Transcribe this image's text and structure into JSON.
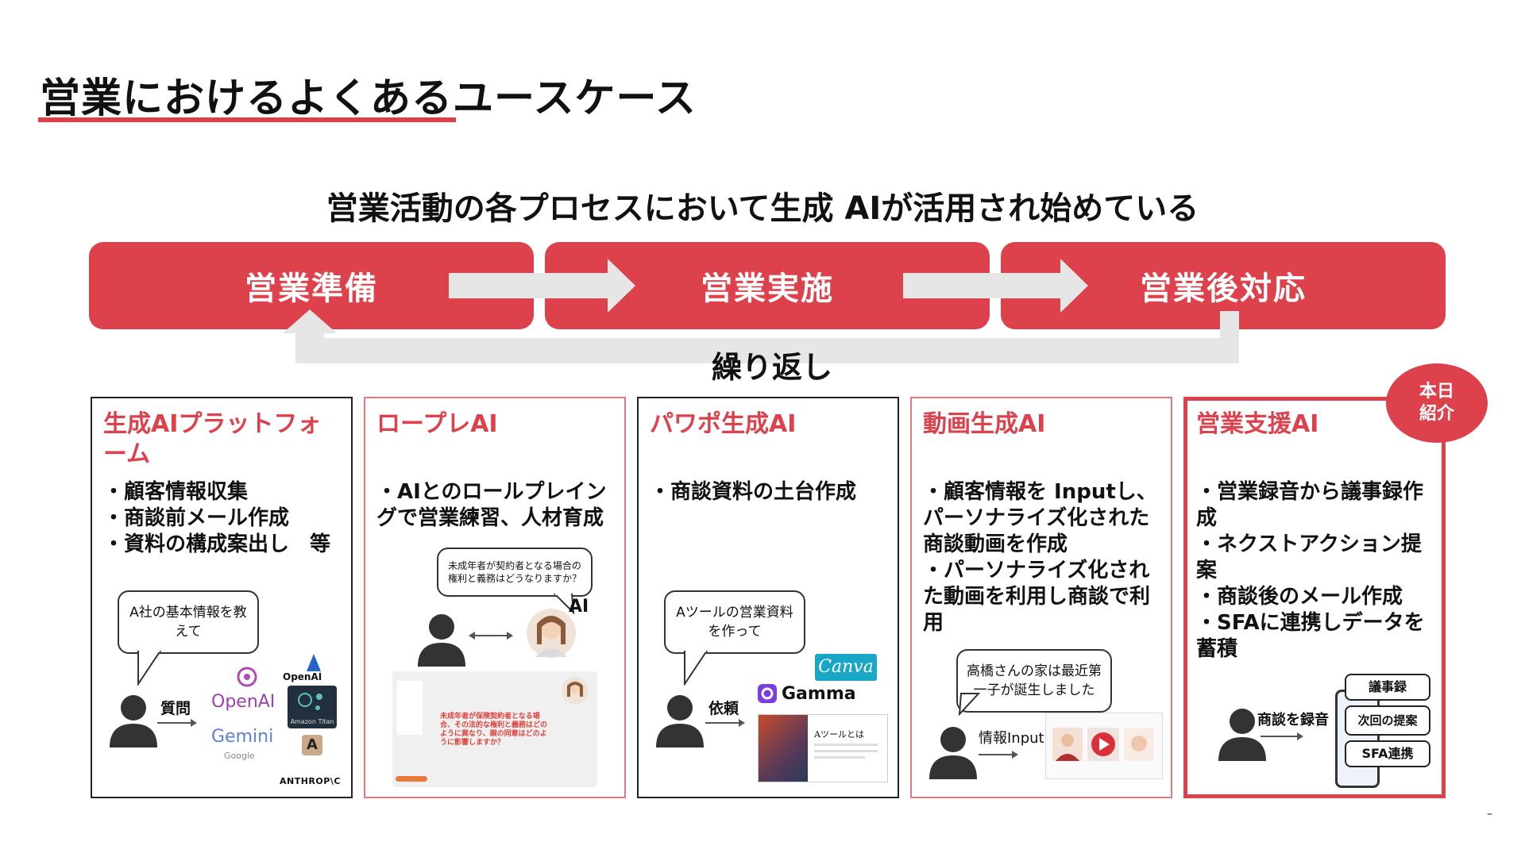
{
  "page": {
    "title": "営業におけるよくあるユースケース",
    "subtitle": "営業活動の各プロセスにおいて生成 AIが活用され始めている",
    "loop_label": "繰り返し",
    "footer_mark": "–"
  },
  "colors": {
    "accent": "#dd414c",
    "arrow": "#e5e5e5"
  },
  "stages": [
    {
      "label": "営業準備"
    },
    {
      "label": "営業実施"
    },
    {
      "label": "営業後対応"
    }
  ],
  "cards": [
    {
      "title": "生成AIプラットフォーム",
      "bullets": [
        "・顧客情報収集",
        "・商談前メール作成",
        "・資料の構成案出し　等"
      ],
      "bubble": "A社の基本情報を教えて",
      "action_label": "質問",
      "logos": [
        "OpenAI",
        "OpenAI",
        "Gemini",
        "Google",
        "Amazon Titan",
        "ANTHROP\\C"
      ]
    },
    {
      "title": "ロープレAI",
      "bullets": [
        "・AIとのロールプレイングで営業練習、人材育成"
      ],
      "bubble": "未成年者が契約者となる場合の権利と義務はどうなりますか？",
      "ai_label": "AI",
      "screen_text": "未成年者が保険契約者となる場合、その法的な権利と義務はどのように異なり、親の同意はどのように影響しますか？"
    },
    {
      "title": "パワポ生成AI",
      "bullets": [
        "・商談資料の土台作成"
      ],
      "bubble": "Aツールの営業資料を作って",
      "action_label": "依頼",
      "logos": [
        "Canva",
        "Gamma"
      ],
      "slide_title": "Aツールとは"
    },
    {
      "title": "動画生成AI",
      "bullets": [
        "・顧客情報を Inputし、パーソナライズ化された商談動画を作成",
        "・パーソナライズ化された動画を利用し商談で利用"
      ],
      "bubble": "高橋さんの家は最近第一子が誕生しました",
      "action_label": "情報Input"
    },
    {
      "title": "営業支援AI",
      "bullets": [
        "・営業録音から議事録作成",
        "・ネクストアクション提案",
        "・商談後のメール作成",
        "・SFAに連携しデータを蓄積"
      ],
      "action_label": "商談を録音",
      "outputs": [
        "議事録",
        "次回の提案",
        "SFA連携"
      ],
      "badge": "本日紹介"
    }
  ]
}
